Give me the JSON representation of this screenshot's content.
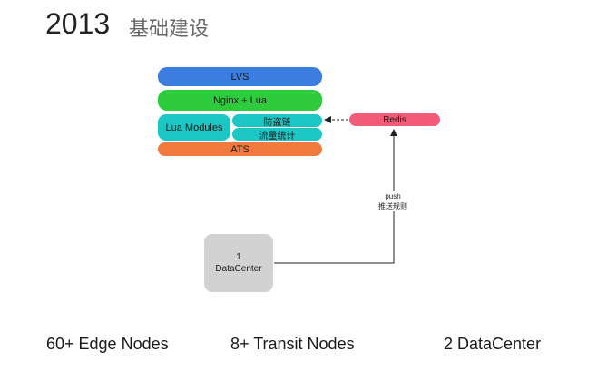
{
  "title": {
    "year": "2013",
    "subtitle": "基础建设"
  },
  "stack": {
    "lvs": "LVS",
    "nginx": "Nginx + Lua",
    "lua_modules": "Lua Modules",
    "fangdao": "防盗链",
    "liuliang": "流量统计",
    "ats": "ATS"
  },
  "redis": "Redis",
  "datacenter": {
    "count": "1",
    "label": "DataCenter"
  },
  "push": {
    "line1": "push",
    "line2": "推送规则"
  },
  "stats": {
    "edge": "60+ Edge Nodes",
    "transit": "8+ Transit Nodes",
    "datacenter": "2 DataCenter"
  },
  "colors": {
    "lvs": "#3c7de0",
    "nginx": "#2ecb3c",
    "lua": "#1bc6c4",
    "ats": "#f07a3e",
    "redis": "#f25c78",
    "datacenter": "#d2d2d2"
  }
}
